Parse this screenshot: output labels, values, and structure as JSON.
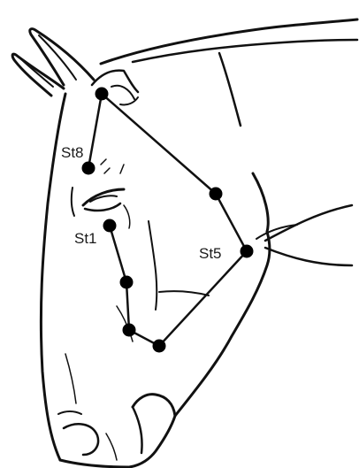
{
  "figure": {
    "outline_color": "#111111",
    "point_color": "#000000",
    "line_color": "#111111"
  },
  "points": {
    "st8": {
      "label": "St8"
    },
    "st1": {
      "label": "St1"
    },
    "st5": {
      "label": "St5"
    }
  }
}
